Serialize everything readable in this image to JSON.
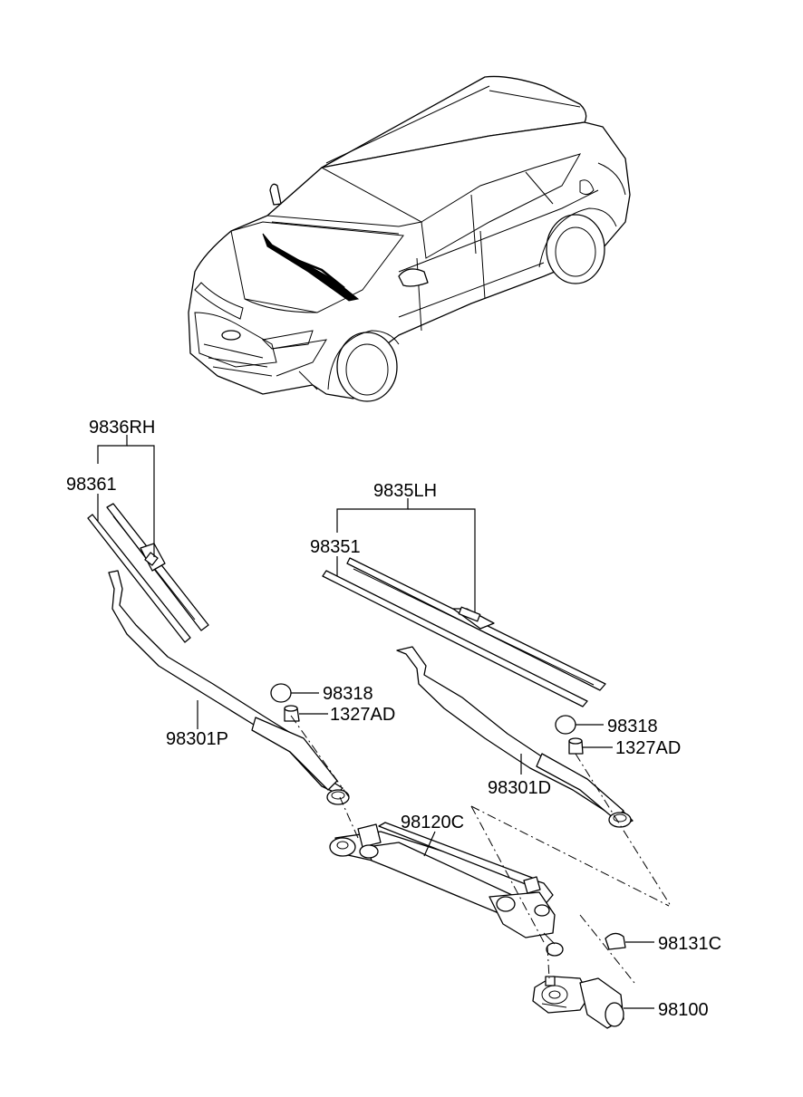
{
  "diagram": {
    "labels": {
      "rh_blade_assy": "9836RH",
      "rh_blade_refill": "98361",
      "lh_blade_assy": "9835LH",
      "lh_blade_refill": "98351",
      "cap_left": "98318",
      "nut_left": "1327AD",
      "arm_passenger": "98301P",
      "cap_right": "98318",
      "nut_right": "1327AD",
      "arm_driver": "98301D",
      "linkage": "98120C",
      "pivot_nut": "98131C",
      "motor": "98100"
    }
  }
}
